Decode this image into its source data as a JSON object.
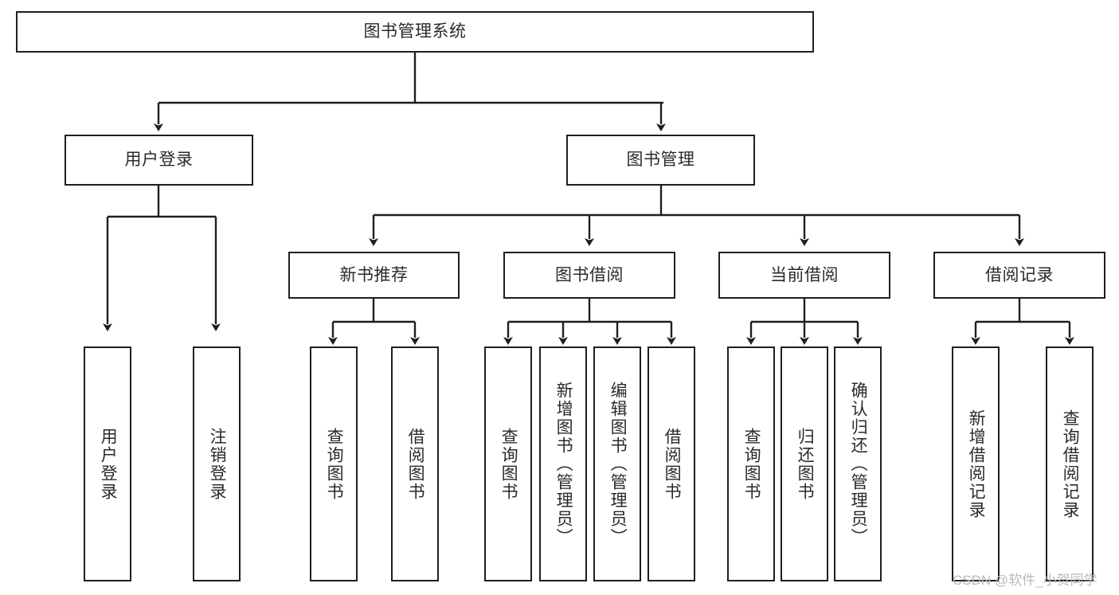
{
  "diagram": {
    "type": "tree-hierarchy",
    "title": "图书管理系统",
    "levels": [
      {
        "level": 1,
        "nodes": [
          {
            "id": "root",
            "label": "图书管理系统",
            "orientation": "horizontal"
          }
        ]
      },
      {
        "level": 2,
        "nodes": [
          {
            "id": "login",
            "label": "用户登录",
            "orientation": "horizontal",
            "parent": "root"
          },
          {
            "id": "bookmgmt",
            "label": "图书管理",
            "orientation": "horizontal",
            "parent": "root"
          }
        ]
      },
      {
        "level": 3,
        "nodes": [
          {
            "id": "newbook",
            "label": "新书推荐",
            "orientation": "horizontal",
            "parent": "bookmgmt"
          },
          {
            "id": "borrow",
            "label": "图书借阅",
            "orientation": "horizontal",
            "parent": "bookmgmt"
          },
          {
            "id": "current",
            "label": "当前借阅",
            "orientation": "horizontal",
            "parent": "bookmgmt"
          },
          {
            "id": "records",
            "label": "借阅记录",
            "orientation": "horizontal",
            "parent": "bookmgmt"
          }
        ]
      },
      {
        "level": 4,
        "nodes": [
          {
            "id": "leaf-1",
            "label": "用户登录",
            "orientation": "vertical",
            "parent": "login"
          },
          {
            "id": "leaf-2",
            "label": "注销登录",
            "orientation": "vertical",
            "parent": "login"
          },
          {
            "id": "leaf-3",
            "label": "查询图书",
            "orientation": "vertical",
            "parent": "newbook"
          },
          {
            "id": "leaf-4",
            "label": "借阅图书",
            "orientation": "vertical",
            "parent": "newbook"
          },
          {
            "id": "leaf-5",
            "label": "查询图书",
            "orientation": "vertical",
            "parent": "borrow"
          },
          {
            "id": "leaf-6",
            "label": "新增图书（管理员）",
            "orientation": "vertical",
            "parent": "borrow"
          },
          {
            "id": "leaf-7",
            "label": "编辑图书（管理员）",
            "orientation": "vertical",
            "parent": "borrow"
          },
          {
            "id": "leaf-8",
            "label": "借阅图书",
            "orientation": "vertical",
            "parent": "borrow"
          },
          {
            "id": "leaf-9",
            "label": "查询图书",
            "orientation": "vertical",
            "parent": "current"
          },
          {
            "id": "leaf-10",
            "label": "归还图书",
            "orientation": "vertical",
            "parent": "current"
          },
          {
            "id": "leaf-11",
            "label": "确认归还（管理员）",
            "orientation": "vertical",
            "parent": "current"
          },
          {
            "id": "leaf-12",
            "label": "新增借阅记录",
            "orientation": "vertical",
            "parent": "records"
          },
          {
            "id": "leaf-13",
            "label": "查询借阅记录",
            "orientation": "vertical",
            "parent": "records"
          }
        ]
      }
    ],
    "colors": {
      "stroke": "#1f1f1f",
      "fill": "#ffffff",
      "text": "#2a2a2a",
      "watermark": "#b9b9b9"
    }
  },
  "watermark": {
    "text": "CSDN @软件_小贺同学"
  }
}
